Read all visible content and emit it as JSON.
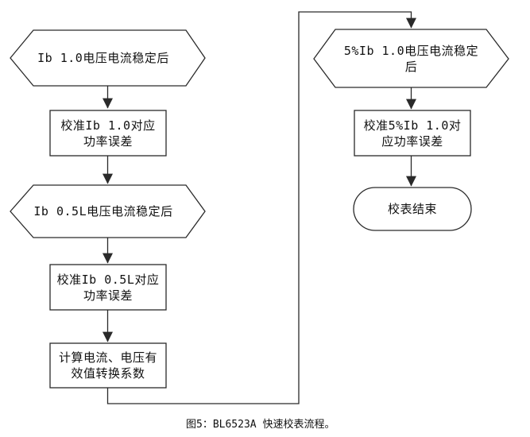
{
  "colors": {
    "background": "#ffffff",
    "line": "#2a2a2a",
    "text": "#111111"
  },
  "flowchart": {
    "nodes": {
      "hex_ib10": {
        "type": "hexagon-wait",
        "label": "Ib 1.0电压电流稳定后"
      },
      "rect_cal_ib10": {
        "type": "process",
        "label": "校准Ib 1.0对应\n功率误差"
      },
      "hex_ib05l": {
        "type": "hexagon-wait",
        "label": "Ib 0.5L电压电流稳定后"
      },
      "rect_cal_ib05l": {
        "type": "process",
        "label": "校准Ib 0.5L对应\n功率误差"
      },
      "rect_calc_rms": {
        "type": "process",
        "label": "计算电流、电压有\n效值转换系数"
      },
      "hex_5ib10": {
        "type": "hexagon-wait",
        "label": "5%Ib 1.0电压电流稳定\n后"
      },
      "rect_cal_5ib10": {
        "type": "process",
        "label": "校准5%Ib 1.0对\n应功率误差"
      },
      "terminator_end": {
        "type": "terminator",
        "label": "校表结束"
      }
    },
    "caption": "图5：BL6523A 快速校表流程。"
  }
}
